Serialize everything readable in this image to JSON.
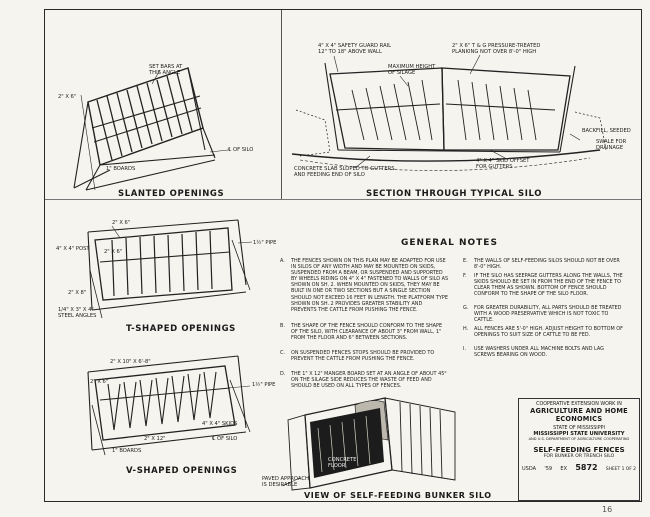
{
  "captions": {
    "slanted": "SLANTED OPENINGS",
    "section": "SECTION THROUGH TYPICAL SILO",
    "tshaped": "T-SHAPED OPENINGS",
    "vshaped": "V-SHAPED OPENINGS",
    "bunker": "VIEW OF SELF-FEEDING BUNKER SILO"
  },
  "labels": {
    "set_bars": "SET BARS AT\nTHIS ANGLE",
    "boards_1": "1\" BOARDS",
    "of_silo_1": "℄ OF SILO",
    "slanted_dim": "2\" x 6\"",
    "safety_rail": "4\" x 4\" SAFETY GUARD RAIL\n12\" TO 18\" ABOVE WALL",
    "planking": "2\" x 6\" T & G PRESSURE-TREATED\nPLANKING NOT OVER 8'-0\" HIGH",
    "max_height": "MAXIMUM HEIGHT\nOF SILAGE",
    "backfill": "BACKFILL, SEEDED",
    "swale": "SWALE FOR\nDRAINAGE",
    "skid_offset": "4\" x 4\" SKID OFFSET\nFOR GUTTERS",
    "concrete_slab": "CONCRETE SLAB SLOPED TO GUTTERS\nAND FEEDING END OF SILO",
    "t_top": "2\" x 6\"",
    "t_post": "4\" x 4\" POST",
    "t_mid": "2\" x 6\"",
    "t_pipe": "1½\" PIPE",
    "t_bottom": "2\" x 8\"",
    "t_angles": "1/4\" x 3\" x 4\"\nSTEEL ANGLES",
    "v_top": "2\" x 10\" x 6'-8\"",
    "v_pipe": "1½\" PIPE",
    "v_skids": "4\" x 4\" SKIDS",
    "v_board": "2\" x 12\"",
    "v_of_silo": "℄ OF SILO",
    "v_boards": "1\" BOARDS",
    "v_dim": "2\" x 6\"",
    "floor": "CONCRETE\nFLOOR",
    "apron": "PAVED APPROACH\nIS DESIRABLE"
  },
  "notes_title": "GENERAL NOTES",
  "notes": [
    {
      "letter": "A.",
      "text": "THE FENCES SHOWN ON THIS PLAN MAY BE ADAPTED FOR USE IN SILOS OF ANY WIDTH AND MAY BE MOUNTED ON SKIDS, SUSPENDED FROM A BEAM, OR SUSPENDED AND SUPPORTED BY WHEELS RIDING ON 4\" x 4\" FASTENED TO WALLS OF SILO AS SHOWN ON SH. 2. WHEN MOUNTED ON SKIDS, THEY MAY BE BUILT IN ONE OR TWO SECTIONS BUT A SINGLE SECTION SHOULD NOT EXCEED 16 FEET IN LENGTH. THE PLATFORM TYPE SHOWN ON SH. 2 PROVIDES GREATER STABILITY AND PREVENTS THE CATTLE FROM PUSHING THE FENCE."
    },
    {
      "letter": "B.",
      "text": "THE SHAPE OF THE FENCE SHOULD CONFORM TO THE SHAPE OF THE SILO, WITH CLEARANCE OF ABOUT 3\" FROM WALL, 1\" FROM THE FLOOR AND 6\" BETWEEN SECTIONS."
    },
    {
      "letter": "C.",
      "text": "ON SUSPENDED FENCES STOPS SHOULD BE PROVIDED TO PREVENT THE CATTLE FROM PUSHING THE FENCE."
    },
    {
      "letter": "D.",
      "text": "THE 1\" x 12\" MANGER BOARD SET AT AN ANGLE OF ABOUT 45° ON THE SILAGE SIDE REDUCES THE WASTE OF FEED AND SHOULD BE USED ON ALL TYPES OF FENCES."
    },
    {
      "letter": "E.",
      "text": "THE WALLS OF SELF-FEEDING SILOS SHOULD NOT BE OVER 8'-0\" HIGH."
    },
    {
      "letter": "F.",
      "text": "IF THE SILO HAS SEEPAGE GUTTERS ALONG THE WALLS, THE SKIDS SHOULD BE SET IN FROM THE END OF THE FENCE TO CLEAR THEM AS SHOWN. BOTTOM OF FENCE SHOULD CONFORM TO THE SHAPE OF THE SILO FLOOR."
    },
    {
      "letter": "G.",
      "text": "FOR GREATER DURABILITY, ALL PARTS SHOULD BE TREATED WITH A WOOD PRESERVATIVE WHICH IS NOT TOXIC TO CATTLE."
    },
    {
      "letter": "H.",
      "text": "ALL FENCES ARE 5'-0\" HIGH. ADJUST HEIGHT TO BOTTOM OF OPENINGS TO SUIT SIZE OF CATTLE TO BE FED."
    },
    {
      "letter": "I.",
      "text": "USE WASHERS UNDER ALL MACHINE BOLTS AND LAG SCREWS BEARING ON WOOD."
    }
  ],
  "title_block": {
    "line1": "COOPERATIVE EXTENSION WORK IN",
    "line2": "AGRICULTURE AND HOME ECONOMICS",
    "line3": "STATE OF MISSISSIPPI",
    "line4": "MISSISSIPPI STATE UNIVERSITY",
    "line5": "AND U.S. DEPARTMENT OF AGRICULTURE COOPERATING",
    "title": "SELF-FEEDING FENCES",
    "subtitle": "FOR BUNKER OR TRENCH SILO",
    "code_a": "USDA",
    "code_b": "'59",
    "code_c": "EX",
    "number": "5872",
    "sheet": "SHEET 1 OF 2"
  },
  "page_mark": "16"
}
